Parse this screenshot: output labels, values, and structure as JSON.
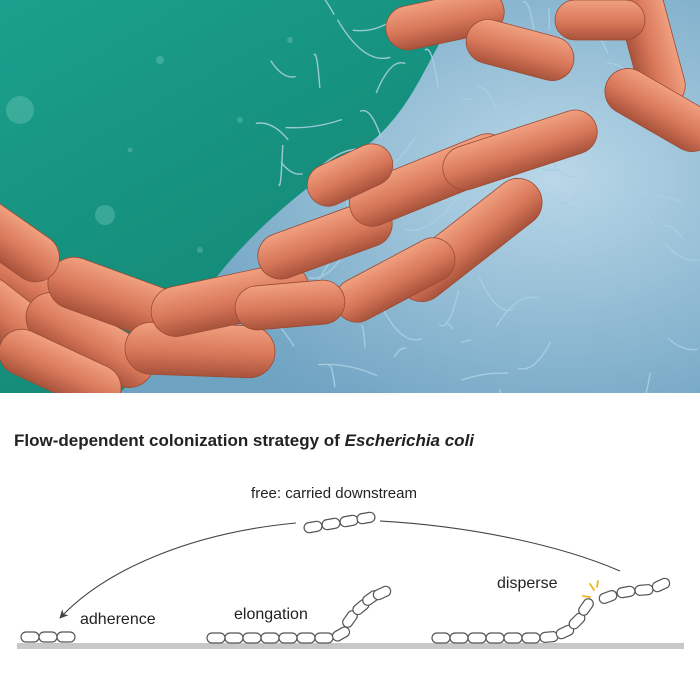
{
  "title": {
    "prefix": "Flow-dependent colonization strategy of ",
    "species": "Escherichia coli"
  },
  "labels": {
    "free": "free: carried downstream",
    "adherence": "adherence",
    "elongation": "elongation",
    "disperse": "disperse"
  },
  "colors": {
    "background_teal": "#16907f",
    "bacteria": "#d9785a",
    "tissue": "#8fbdd6",
    "surface": "#c8c8c8",
    "spark": "#f2b320",
    "outline": "#555555"
  },
  "icons": {
    "arrow": "curved-arrow-icon",
    "spark": "spark-icon"
  }
}
